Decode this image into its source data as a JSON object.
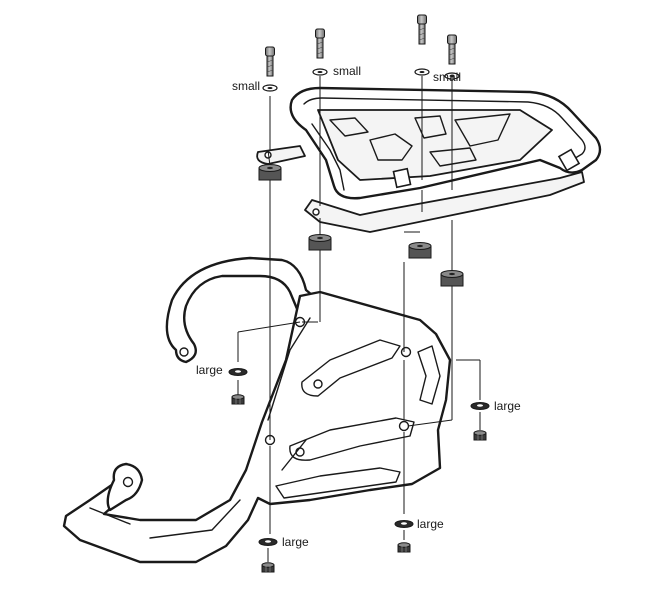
{
  "callouts": {
    "top_left": "small",
    "top_center": "small",
    "top_right": "small",
    "mid_left": "large",
    "mid_right": "large",
    "bottom_left": "large",
    "bottom_right": "large"
  },
  "colors": {
    "line": "#1a1a1a",
    "spacer": "#555555",
    "screw": "#8c8c8c",
    "background": "#ffffff"
  }
}
